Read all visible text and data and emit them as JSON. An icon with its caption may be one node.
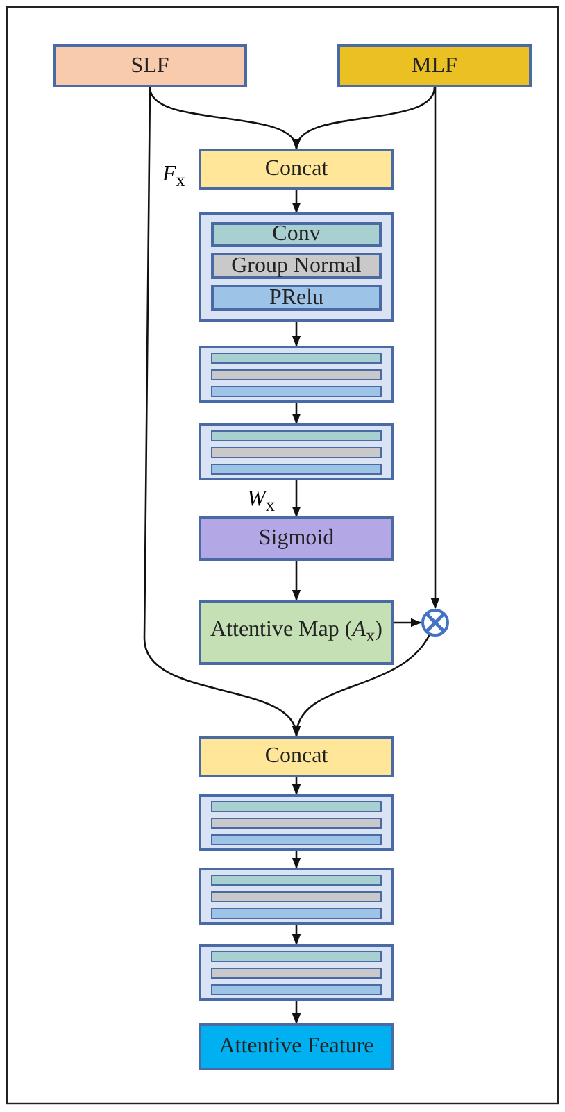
{
  "diagram": {
    "nodes": [
      {
        "text": [
          "SLF"
        ]
      },
      {
        "text": [
          "MLF"
        ]
      },
      {
        "text": [
          "Concat"
        ]
      },
      {
        "text": [],
        "shape": "box"
      },
      {
        "text": [
          "Conv"
        ],
        "in": 3
      },
      {
        "text": [
          "Group Normal"
        ],
        "in": 3
      },
      {
        "text": [
          "PRelu"
        ],
        "in": 3
      },
      {
        "text": [],
        "shape": "box"
      },
      {
        "text": [],
        "shape": "bar",
        "in": 7
      },
      {
        "text": [],
        "shape": "bar",
        "in": 7
      },
      {
        "text": [],
        "shape": "bar",
        "in": 7
      },
      {
        "text": [],
        "shape": "box"
      },
      {
        "text": [],
        "shape": "bar",
        "in": 11
      },
      {
        "text": [],
        "shape": "bar",
        "in": 11
      },
      {
        "text": [],
        "shape": "bar",
        "in": 11
      },
      {
        "text": [
          "Sigmoid"
        ]
      },
      {
        "text": [
          "Attentive Map (*A*$_{x}$)"
        ]
      },
      {
        "text": [],
        "shape": "circle"
      },
      {
        "text": [
          "Concat"
        ]
      },
      {
        "text": [],
        "shape": "box"
      },
      {
        "text": [],
        "shape": "bar",
        "in": 19
      },
      {
        "text": [],
        "shape": "bar",
        "in": 19
      },
      {
        "text": [],
        "shape": "bar",
        "in": 19
      },
      {
        "text": [],
        "shape": "box"
      },
      {
        "text": [],
        "shape": "bar",
        "in": 23
      },
      {
        "text": [],
        "shape": "bar",
        "in": 23
      },
      {
        "text": [],
        "shape": "bar",
        "in": 23
      },
      {
        "text": [],
        "shape": "box"
      },
      {
        "text": [],
        "shape": "bar",
        "in": 27
      },
      {
        "text": [],
        "shape": "bar",
        "in": 27
      },
      {
        "text": [],
        "shape": "bar",
        "in": 27
      },
      {
        "text": [
          "Attentive Feature"
        ]
      }
    ],
    "edges": [
      {
        "from": 0,
        "to": 2,
        "arrow": "to"
      },
      {
        "from": 1,
        "to": 2,
        "arrow": "to"
      },
      {
        "from": 2,
        "to": 3,
        "arrow": "to"
      },
      {
        "from": 3,
        "to": 7,
        "arrow": "to"
      },
      {
        "from": 7,
        "to": 11,
        "arrow": "to"
      },
      {
        "from": 11,
        "to": 15,
        "arrow": "to"
      },
      {
        "from": 15,
        "to": 16,
        "arrow": "to"
      },
      {
        "from": 16,
        "to": 17,
        "arrow": "to"
      },
      {
        "from": 1,
        "to": 17,
        "arrow": "to"
      },
      {
        "from": 0,
        "to": 18,
        "arrow": "to"
      },
      {
        "from": 17,
        "to": 18,
        "arrow": "to"
      },
      {
        "from": 18,
        "to": 19,
        "arrow": "to"
      },
      {
        "from": 19,
        "to": 23,
        "arrow": "to"
      },
      {
        "from": 23,
        "to": 27,
        "arrow": "to"
      },
      {
        "from": 27,
        "to": 31,
        "arrow": "to"
      }
    ],
    "labels": [
      "*F*$_{x}$",
      "*W*$_{x}$"
    ]
  }
}
